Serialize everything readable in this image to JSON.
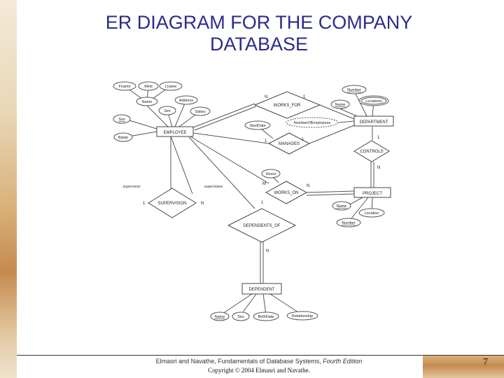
{
  "title": {
    "line1": "ER DIAGRAM FOR THE COMPANY",
    "line2": "DATABASE"
  },
  "entities": {
    "employee": "EMPLOYEE",
    "department": "DEPARTMENT",
    "project": "PROJECT",
    "dependent": "DEPENDENT"
  },
  "relationships": {
    "works_for": "WORKS_FOR",
    "manages": "MANAGES",
    "controls": "CONTROLS",
    "works_on": "WORKS_ON",
    "supervision": "SUPERVISION",
    "dependents_of": "DEPENDENTS_OF"
  },
  "attributes": {
    "fname": "Fname",
    "minit": "Minit",
    "lname": "Lname",
    "name": "Name",
    "address": "Address",
    "sex": "Sex",
    "salary": "Salary",
    "ssn": "Ssn",
    "bdate": "Bdate",
    "dept_number": "Number",
    "dept_name": "Name",
    "locations": "Locations",
    "number_of_employees": "NumberOfEmployees",
    "start_date": "StartDate",
    "hours": "Hours",
    "proj_name": "Name",
    "proj_location": "Location",
    "proj_number": "Number",
    "dep_name": "Name",
    "dep_sex": "Sex",
    "birth_date": "BirthDate",
    "relationship": "Relationship"
  },
  "roles": {
    "supervisor": "supervisor",
    "supervisee": "supervisee"
  },
  "cardinalities": {
    "wf_emp": "N",
    "wf_dept": "1",
    "mg_emp": "1",
    "mg_dept": "1",
    "ct_dept": "1",
    "ct_proj": "N",
    "wo_emp": "M",
    "wo_proj": "N",
    "sv_supervisor": "1",
    "sv_supervisee": "N",
    "do_emp": "1",
    "do_dep": "N"
  },
  "footer": {
    "citation_prefix": "Elmasri and Navathe, Fundamentals of Database Systems,",
    "citation_edition": "Fourth Edition",
    "copyright": "Copyright © 2004 Elmasri and Navathe.",
    "page_number": "7"
  }
}
